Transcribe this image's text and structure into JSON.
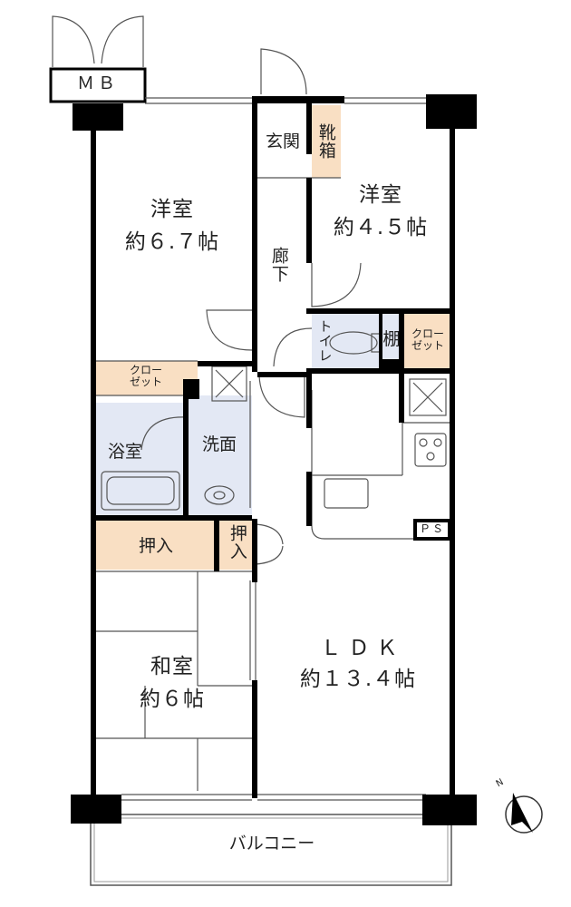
{
  "rooms": {
    "mb": "ＭＢ",
    "western_room_1": "洋室",
    "western_room_1_size": "約６.７帖",
    "entrance": "玄関",
    "shoe_box": "靴箱",
    "western_room_2": "洋室",
    "western_room_2_size": "約４.５帖",
    "hallway": "廊下",
    "toilet": "トイレ",
    "shelf": "棚",
    "closet_1": "クロー\nゼット",
    "closet_2": "クロー\nゼット",
    "bathroom": "浴室",
    "washroom": "洗面",
    "oshiire_1": "押入",
    "oshiire_2": "押入",
    "japanese_room": "和室",
    "japanese_room_size": "約６帖",
    "ldk": "ＬＤＫ",
    "ldk_size": "約１３.４帖",
    "ps": "ＰＳ",
    "balcony": "バルコニー"
  },
  "compass": {
    "label": "N"
  },
  "colors": {
    "wall": "#000000",
    "closet_fill": "#f9dfc3",
    "wet_area_fill": "#e3e8f4",
    "line": "#333333"
  }
}
